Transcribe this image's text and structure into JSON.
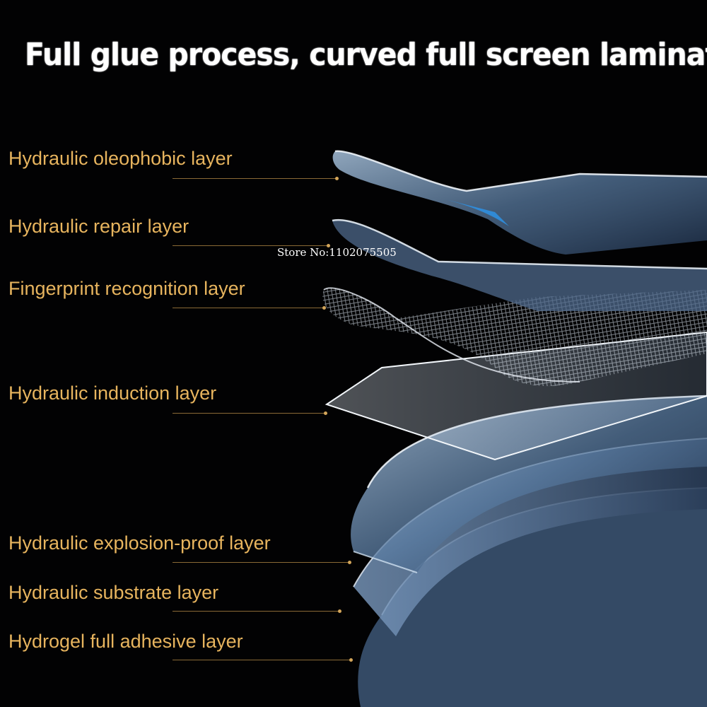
{
  "headline": "Full glue process, curved full screen lamination",
  "watermark": "Store No:1102075505",
  "layers": [
    "Hydraulic oleophobic layer",
    "Hydraulic repair layer",
    "Fingerprint recognition layer",
    "Hydraulic induction layer",
    "Hydraulic explosion-proof layer",
    "Hydraulic substrate layer",
    "Hydrogel full adhesive layer"
  ],
  "colors": {
    "background": "#020203",
    "headline": "#ffffff",
    "labels": "#e7b45e",
    "leader_lines": "#8a6a36",
    "film": "#6f8fb4"
  }
}
